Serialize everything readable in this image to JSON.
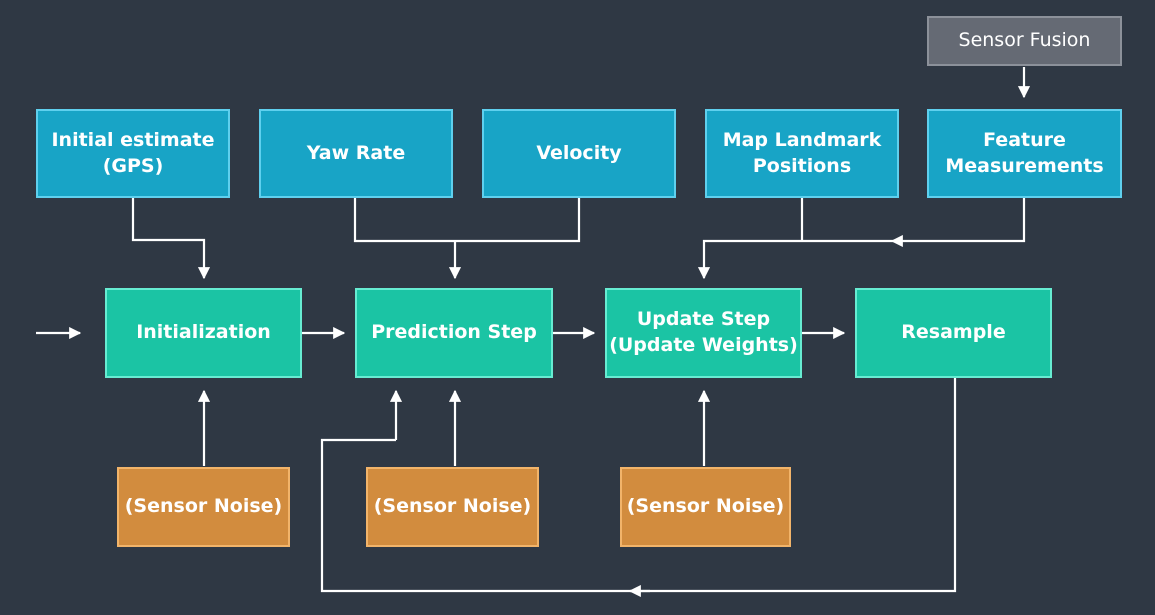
{
  "colors": {
    "background": "#2f3844",
    "input": "#18a4c6",
    "step": "#1bc4a4",
    "noise": "#d28c3e",
    "fusion": "#656a74",
    "connector": "#ffffff"
  },
  "fusion": {
    "label": "Sensor Fusion"
  },
  "inputs": {
    "initial_estimate": "Initial estimate\n(GPS)",
    "yaw_rate": "Yaw Rate",
    "velocity": "Velocity",
    "map_landmarks": "Map Landmark\nPositions",
    "feature_measurements": "Feature\nMeasurements"
  },
  "steps": {
    "initialization": "Initialization",
    "prediction": "Prediction Step",
    "update": "Update Step\n(Update Weights)",
    "resample": "Resample"
  },
  "noise": {
    "initialization": "(Sensor Noise)",
    "prediction": "(Sensor Noise)",
    "update": "(Sensor Noise)"
  }
}
